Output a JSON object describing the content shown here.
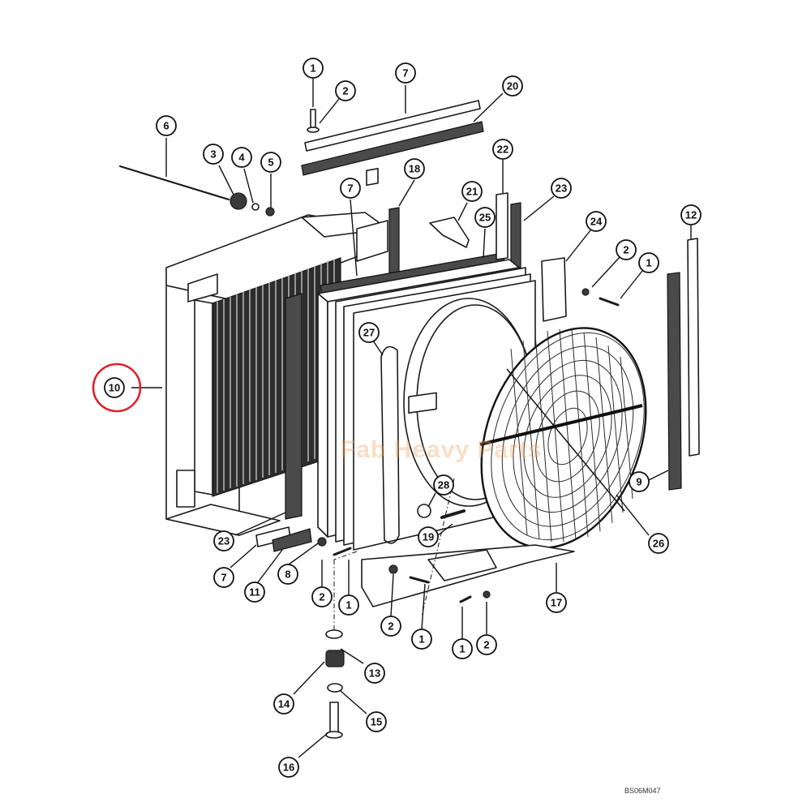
{
  "diagram": {
    "highlight_color": "#d9242b",
    "callouts": [
      {
        "id": "c-1a",
        "label": "1"
      },
      {
        "id": "c-2a",
        "label": "2"
      },
      {
        "id": "c-7a",
        "label": "7"
      },
      {
        "id": "c-20",
        "label": "20"
      },
      {
        "id": "c-6",
        "label": "6"
      },
      {
        "id": "c-3",
        "label": "3"
      },
      {
        "id": "c-4",
        "label": "4"
      },
      {
        "id": "c-5",
        "label": "5"
      },
      {
        "id": "c-7b",
        "label": "7"
      },
      {
        "id": "c-18",
        "label": "18"
      },
      {
        "id": "c-21",
        "label": "21"
      },
      {
        "id": "c-22",
        "label": "22"
      },
      {
        "id": "c-23a",
        "label": "23"
      },
      {
        "id": "c-25",
        "label": "25"
      },
      {
        "id": "c-24",
        "label": "24"
      },
      {
        "id": "c-2b",
        "label": "2"
      },
      {
        "id": "c-1b",
        "label": "1"
      },
      {
        "id": "c-12",
        "label": "12"
      },
      {
        "id": "c-10",
        "label": "10"
      },
      {
        "id": "c-27",
        "label": "27"
      },
      {
        "id": "c-28",
        "label": "28"
      },
      {
        "id": "c-19",
        "label": "19"
      },
      {
        "id": "c-9",
        "label": "9"
      },
      {
        "id": "c-26",
        "label": "26"
      },
      {
        "id": "c-23b",
        "label": "23"
      },
      {
        "id": "c-7c",
        "label": "7"
      },
      {
        "id": "c-11",
        "label": "11"
      },
      {
        "id": "c-8",
        "label": "8"
      },
      {
        "id": "c-2c",
        "label": "2"
      },
      {
        "id": "c-1c",
        "label": "1"
      },
      {
        "id": "c-2d",
        "label": "2"
      },
      {
        "id": "c-1d",
        "label": "1"
      },
      {
        "id": "c-17",
        "label": "17"
      },
      {
        "id": "c-1e",
        "label": "1"
      },
      {
        "id": "c-2e",
        "label": "2"
      },
      {
        "id": "c-13",
        "label": "13"
      },
      {
        "id": "c-14",
        "label": "14"
      },
      {
        "id": "c-15",
        "label": "15"
      },
      {
        "id": "c-16",
        "label": "16"
      }
    ],
    "highlighted_callout": "10",
    "watermark": "Fab Heavy Parts",
    "reference_code": "BS06M047"
  }
}
